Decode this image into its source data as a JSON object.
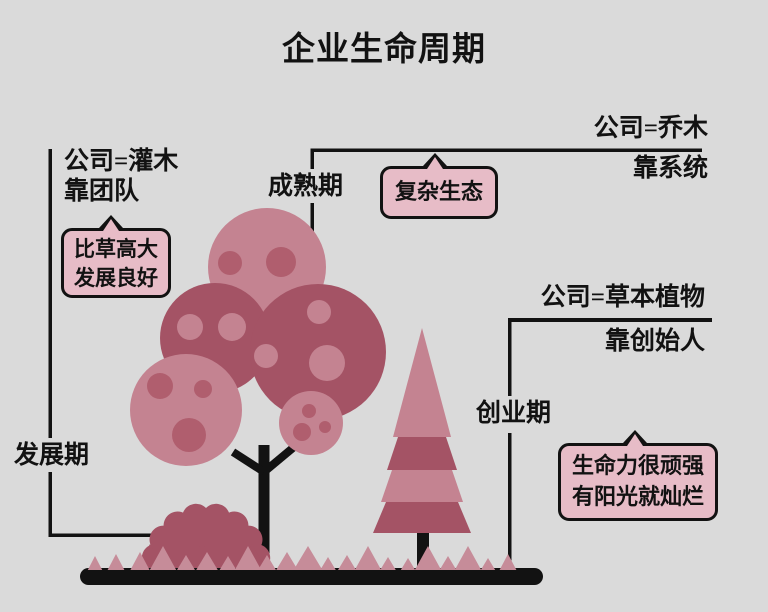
{
  "title": "企业生命周期",
  "colors": {
    "background": "#dadada",
    "ink": "#121212",
    "rose_light": "#c48391",
    "rose_mid": "#b05e6e",
    "rose_dark": "#a45365",
    "grass_pink": "#c68c99",
    "bubble_fill": "#e7bcc7"
  },
  "labels": {
    "shrub": {
      "line1": "公司=灌木",
      "line2": "靠团队"
    },
    "tree": {
      "line1": "公司=乔木",
      "line2": "靠系统"
    },
    "herb": {
      "line1": "公司=草本植物",
      "line2": "靠创始人"
    },
    "maturity": "成熟期",
    "growth": "发展期",
    "startup": "创业期"
  },
  "bubbles": {
    "shrub": {
      "line1": "比草高大",
      "line2": "发展良好"
    },
    "maturity": {
      "text": "复杂生态"
    },
    "startup": {
      "line1": "生命力很顽强",
      "line2": "有阳光就灿烂"
    }
  }
}
